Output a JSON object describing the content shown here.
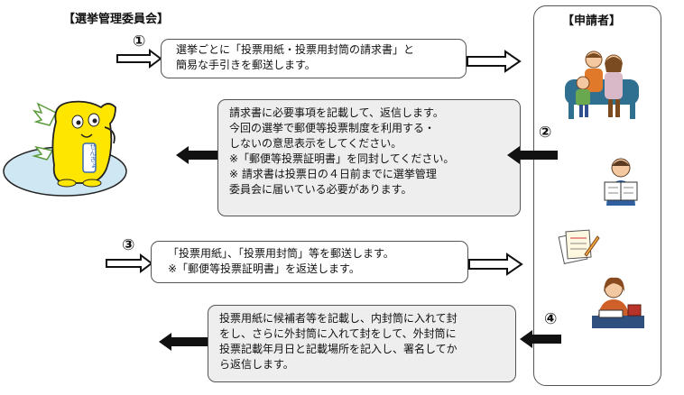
{
  "headers": {
    "committee": "【選挙管理委員会】",
    "applicant": "【申請者】"
  },
  "steps": [
    {
      "number": "①",
      "text": "選挙ごとに「投票用紙・投票用封筒の請求書」と\n簡易な手引きを郵送します。",
      "direction": "right"
    },
    {
      "number": "②",
      "text": "請求書に必要事項を記載して、返信します。\n今回の選挙で郵便等投票制度を利用する・\nしないの意思表示をしてください。\n※「郵便等投票証明書」を同封してください。\n※  請求書は投票日の４日前までに選挙管理\n     委員会に届いている必要があります。",
      "direction": "left"
    },
    {
      "number": "③",
      "text": "「投票用紙」、「投票用封筒」等を郵送します。\n※「郵便等投票証明書」を返送します。",
      "direction": "right"
    },
    {
      "number": "④",
      "text": "投票用紙に候補者等を記載し、内封筒に入れて封\nをし、さらに外封筒に入れて封をして、外封筒に\n投票記載年月日と記載場所を記入し、署名してか\nら返信します。",
      "direction": "left"
    }
  ],
  "mascot": {
    "sash_text": "せんきょ",
    "icon": "mascot-icon"
  },
  "colors": {
    "box_border": "#555555",
    "gray_box": "#eeeeee",
    "mascot_yellow": "#ffe600",
    "platform": "#cfe6f3"
  }
}
